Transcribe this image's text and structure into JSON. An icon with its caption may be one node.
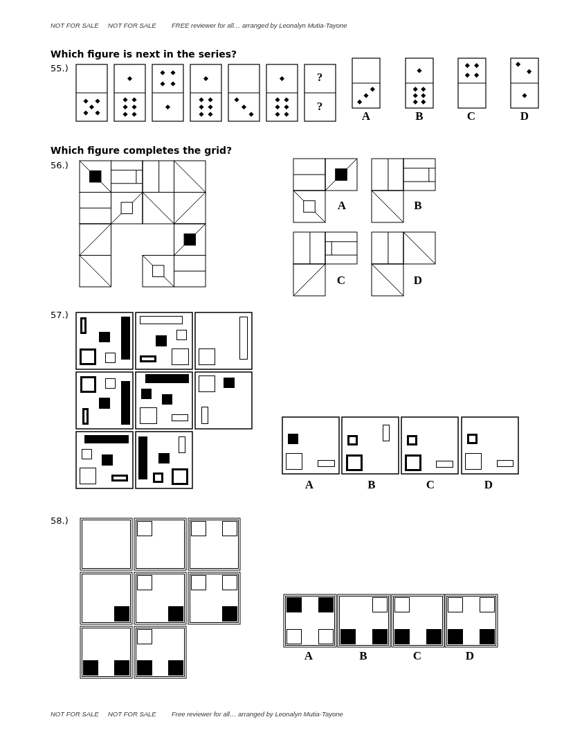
{
  "diagram": {
    "labels": [
      "NOT FOR SALE",
      "NOT FOR SALE",
      "FREE reviewer for all… arranged by Leonalyn Mutia-Tayone",
      "Which figure is next in the series?",
      "55.)",
      "?",
      "?",
      "A",
      "B",
      "C",
      "D",
      "Which figure completes the grid?",
      "56.)",
      "A",
      "B",
      "C",
      "D",
      "57.)",
      "A",
      "B",
      "C",
      "D",
      "58.)",
      "A",
      "B",
      "C",
      "D",
      "NOT FOR SALE",
      "NOT FOR SALE",
      "Free reviewer for all… arranged by Leonalyn Mutia-Tayone"
    ]
  }
}
